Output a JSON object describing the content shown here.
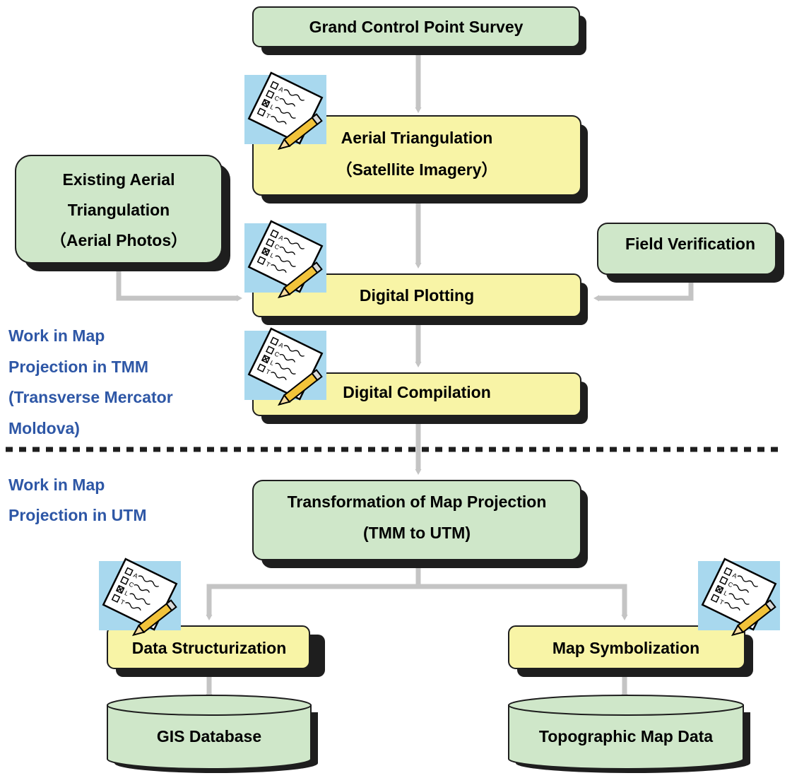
{
  "colors": {
    "green_box": "#cfe7c9",
    "yellow_box": "#f8f4a6",
    "arrow": "#c4c4c4",
    "shadow": "#1e1e1e",
    "note_text": "#2e57a6",
    "checklist_bg": "#a8d8ee",
    "pencil": "#f2c33a"
  },
  "nodes": {
    "gcp": "Grand Control Point Survey",
    "at_line1": "Aerial Triangulation",
    "at_line2": "（Satellite Imagery）",
    "eat_line1": "Existing Aerial",
    "eat_line2": "Triangulation",
    "eat_line3": "（Aerial Photos）",
    "fv": "Field Verification",
    "dp": "Digital Plotting",
    "dc": "Digital Compilation",
    "tmp_line1": "Transformation of Map Projection",
    "tmp_line2": "(TMM to UTM)",
    "ds": "Data Structurization",
    "ms": "Map Symbolization",
    "gis": "GIS Database",
    "topo": "Topographic Map Data"
  },
  "notes": {
    "tmm_line1": "Work in Map",
    "tmm_line2": "Projection in TMM",
    "tmm_line3": "(Transverse Mercator",
    "tmm_line4": "Moldova)",
    "utm_line1": "Work in Map",
    "utm_line2": "Projection in UTM"
  },
  "checklist_icon": {
    "items": [
      "A",
      "C",
      "L",
      "T"
    ],
    "checked_item": "L"
  }
}
